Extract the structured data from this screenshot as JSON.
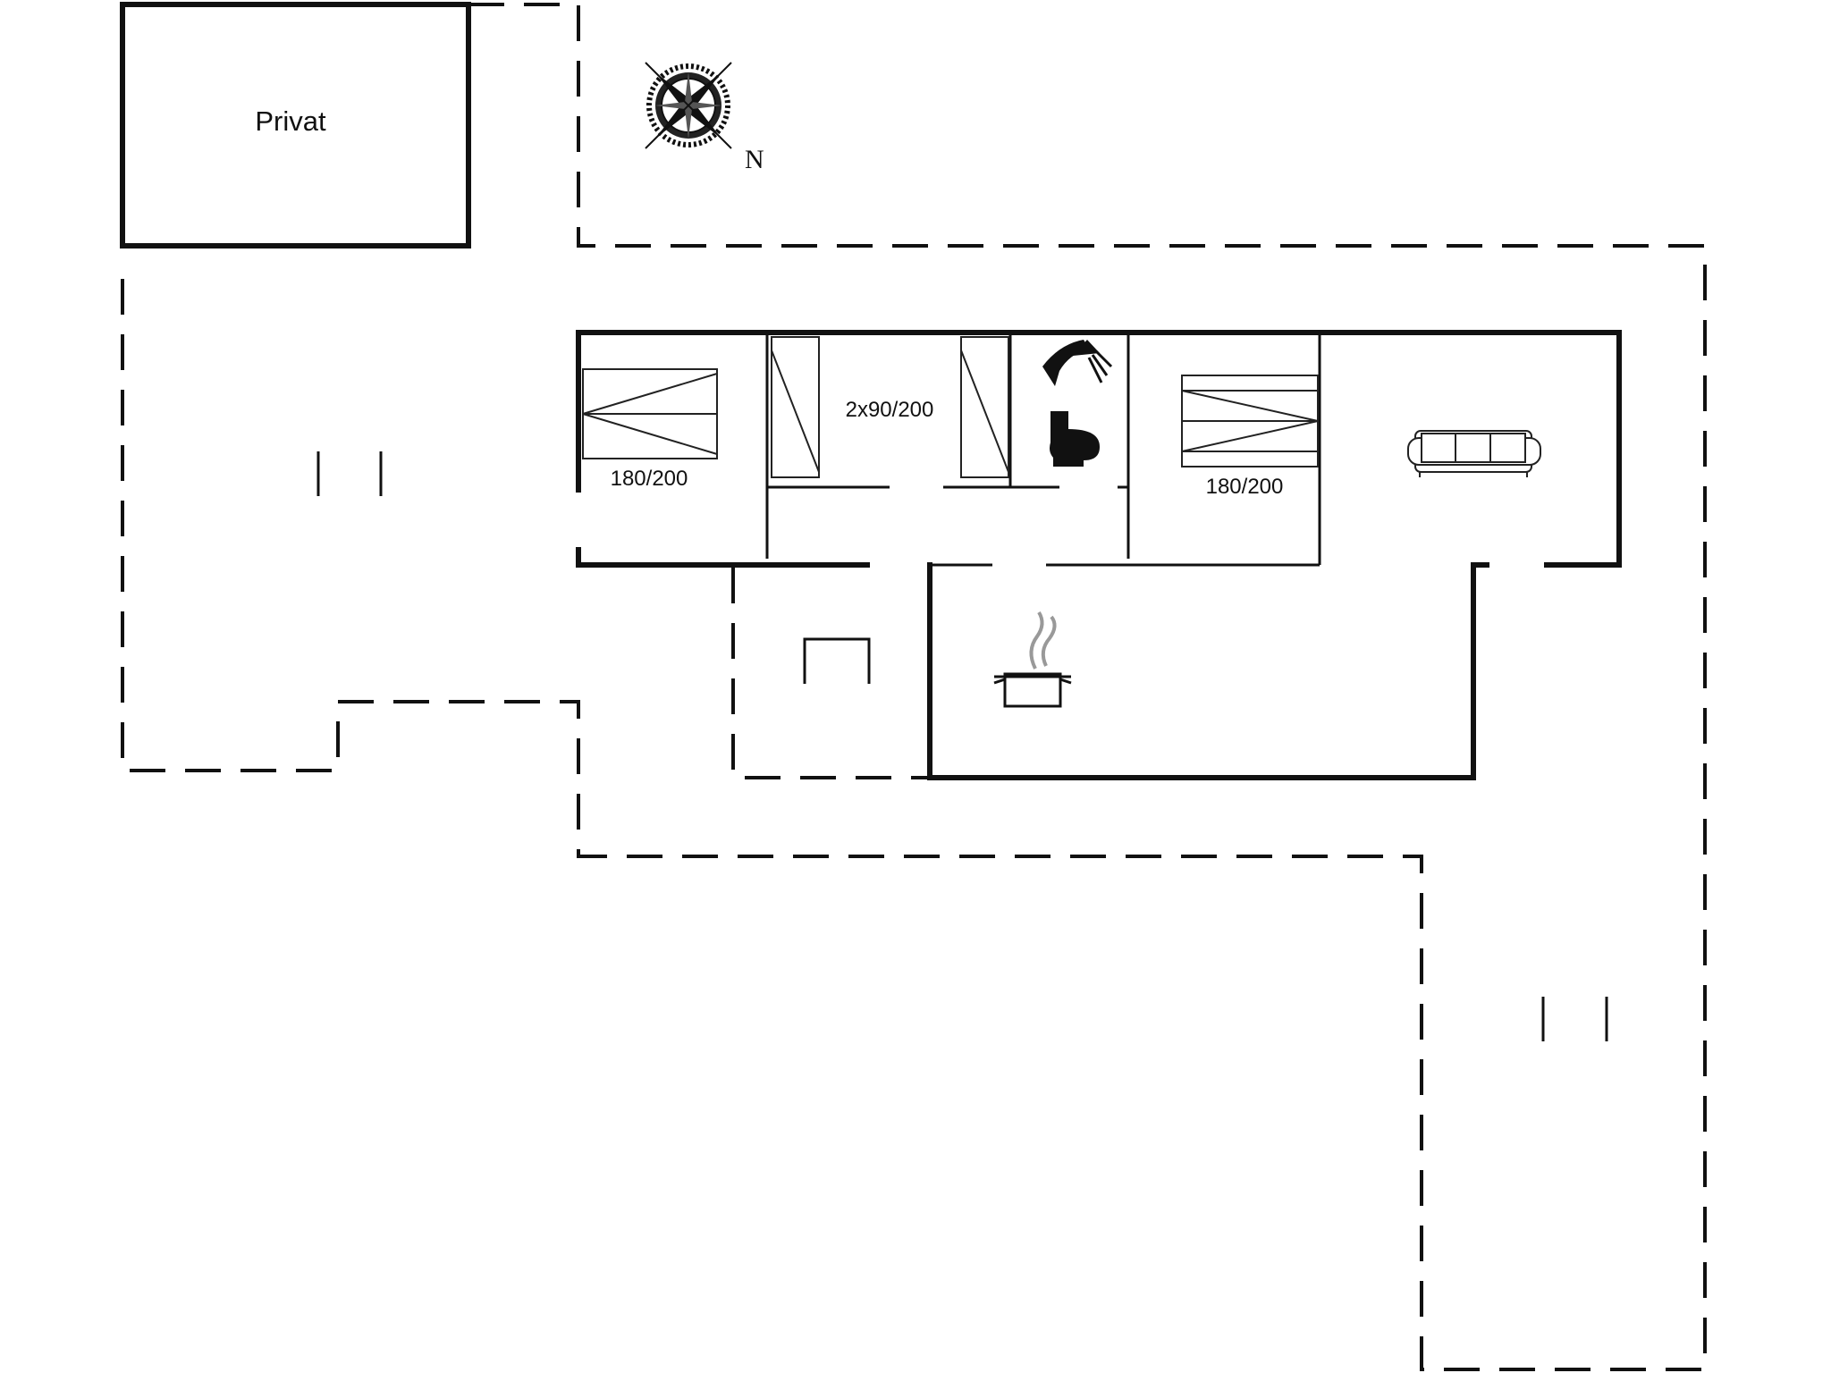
{
  "labels": {
    "private_area": "Privat",
    "bed_left": "180/200",
    "bed_twin": "2x90/200",
    "bed_right": "180/200",
    "compass_north": "N"
  },
  "icons": [
    "compass-rose-icon",
    "shower-icon",
    "toilet-icon",
    "sofa-icon",
    "cooking-pot-icon"
  ],
  "colors": {
    "line": "#111111",
    "background": "#ffffff",
    "steam": "#999999"
  }
}
